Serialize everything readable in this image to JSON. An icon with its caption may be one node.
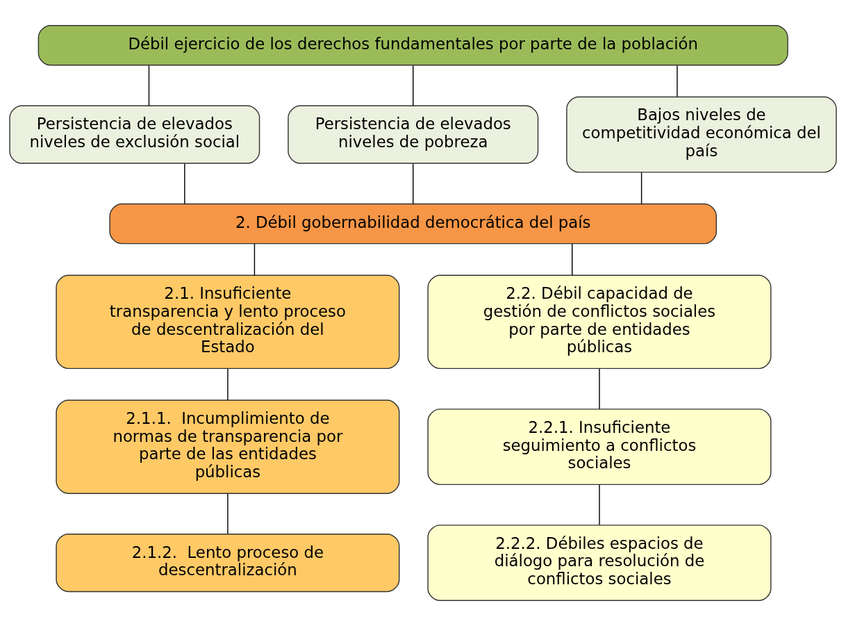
{
  "diagram": {
    "nodes": [
      {
        "text": [
          "Débil ejercicio de los derechos fundamentales por parte de la población"
        ]
      },
      {
        "text": [
          "Persistencia de elevados niveles de exclusión social"
        ]
      },
      {
        "text": [
          "Persistencia de elevados niveles de pobreza"
        ]
      },
      {
        "text": [
          "Bajos niveles de competitividad económica del país"
        ]
      },
      {
        "text": [
          "2. Débil gobernabilidad democrática del país"
        ]
      },
      {
        "text": [
          "2.1. Insuficiente transparencia y lento proceso de descentralización del Estado"
        ]
      },
      {
        "text": [
          "2.2. Débil capacidad de gestión de conflictos sociales por parte de entidades públicas"
        ]
      },
      {
        "text": [
          "2.1.1.  Incumplimiento de normas de transparencia por parte de las entidades públicas"
        ]
      },
      {
        "text": [
          "2.2.1. Insuficiente seguimiento a conflictos sociales"
        ]
      },
      {
        "text": [
          "2.1.2.  Lento proceso de descentralización"
        ]
      },
      {
        "text": [
          "2.2.2. Débiles espacios de diálogo para resolución de conflictos sociales"
        ]
      }
    ],
    "edges": [
      {
        "from": 0,
        "to": 1,
        "arrow": "none"
      },
      {
        "from": 0,
        "to": 2,
        "arrow": "none"
      },
      {
        "from": 0,
        "to": 3,
        "arrow": "none"
      },
      {
        "from": 1,
        "to": 4,
        "arrow": "none"
      },
      {
        "from": 2,
        "to": 4,
        "arrow": "none"
      },
      {
        "from": 3,
        "to": 4,
        "arrow": "none"
      },
      {
        "from": 4,
        "to": 5,
        "arrow": "none"
      },
      {
        "from": 4,
        "to": 6,
        "arrow": "none"
      },
      {
        "from": 5,
        "to": 7,
        "arrow": "none"
      },
      {
        "from": 7,
        "to": 9,
        "arrow": "none"
      },
      {
        "from": 6,
        "to": 8,
        "arrow": "none"
      },
      {
        "from": 8,
        "to": 10,
        "arrow": "none"
      }
    ]
  }
}
